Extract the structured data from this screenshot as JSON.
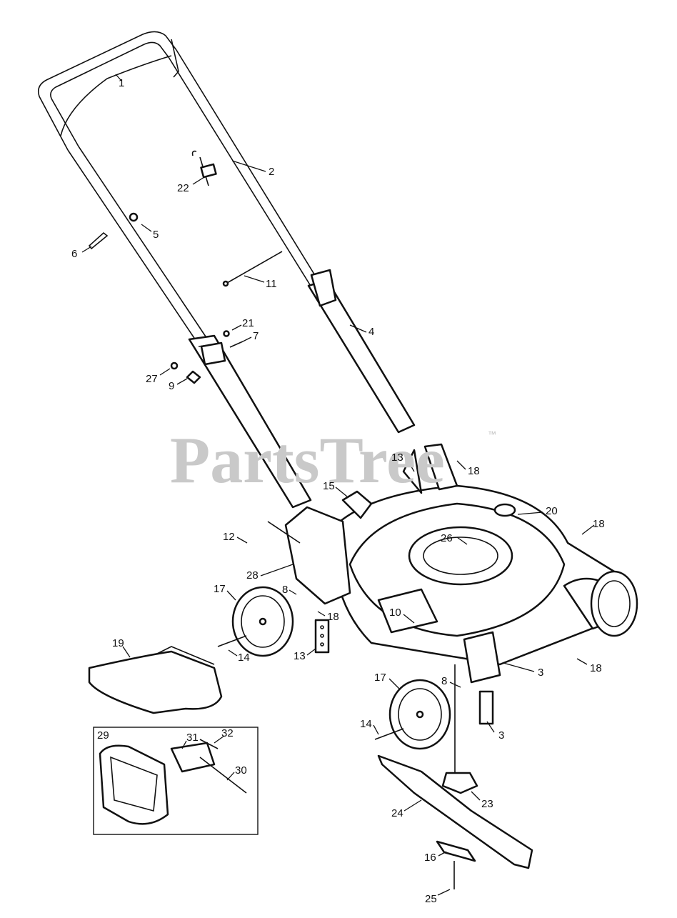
{
  "watermark": {
    "text": "PartsTree",
    "trademark": "™"
  },
  "callouts": [
    {
      "id": "c1",
      "text": "1"
    },
    {
      "id": "c2",
      "text": "2"
    },
    {
      "id": "c22",
      "text": "22"
    },
    {
      "id": "c5",
      "text": "5"
    },
    {
      "id": "c6",
      "text": "6"
    },
    {
      "id": "c11",
      "text": "11"
    },
    {
      "id": "c4",
      "text": "4"
    },
    {
      "id": "c21",
      "text": "21"
    },
    {
      "id": "c7",
      "text": "7"
    },
    {
      "id": "c27",
      "text": "27"
    },
    {
      "id": "c9",
      "text": "9"
    },
    {
      "id": "c13a",
      "text": "13"
    },
    {
      "id": "c18a",
      "text": "18"
    },
    {
      "id": "c15",
      "text": "15"
    },
    {
      "id": "c20",
      "text": "20"
    },
    {
      "id": "c18b",
      "text": "18"
    },
    {
      "id": "c12",
      "text": "12"
    },
    {
      "id": "c26",
      "text": "26"
    },
    {
      "id": "c28",
      "text": "28"
    },
    {
      "id": "c17a",
      "text": "17"
    },
    {
      "id": "c8a",
      "text": "8"
    },
    {
      "id": "c18c",
      "text": "18"
    },
    {
      "id": "c10",
      "text": "10"
    },
    {
      "id": "c14a",
      "text": "14"
    },
    {
      "id": "c13b",
      "text": "13"
    },
    {
      "id": "c19",
      "text": "19"
    },
    {
      "id": "c18d",
      "text": "18"
    },
    {
      "id": "c3a",
      "text": "3"
    },
    {
      "id": "c17b",
      "text": "17"
    },
    {
      "id": "c8b",
      "text": "8"
    },
    {
      "id": "c14b",
      "text": "14"
    },
    {
      "id": "c3b",
      "text": "3"
    },
    {
      "id": "c29",
      "text": "29"
    },
    {
      "id": "c31",
      "text": "31"
    },
    {
      "id": "c32",
      "text": "32"
    },
    {
      "id": "c30",
      "text": "30"
    },
    {
      "id": "c23",
      "text": "23"
    },
    {
      "id": "c24",
      "text": "24"
    },
    {
      "id": "c16",
      "text": "16"
    },
    {
      "id": "c25",
      "text": "25"
    }
  ]
}
